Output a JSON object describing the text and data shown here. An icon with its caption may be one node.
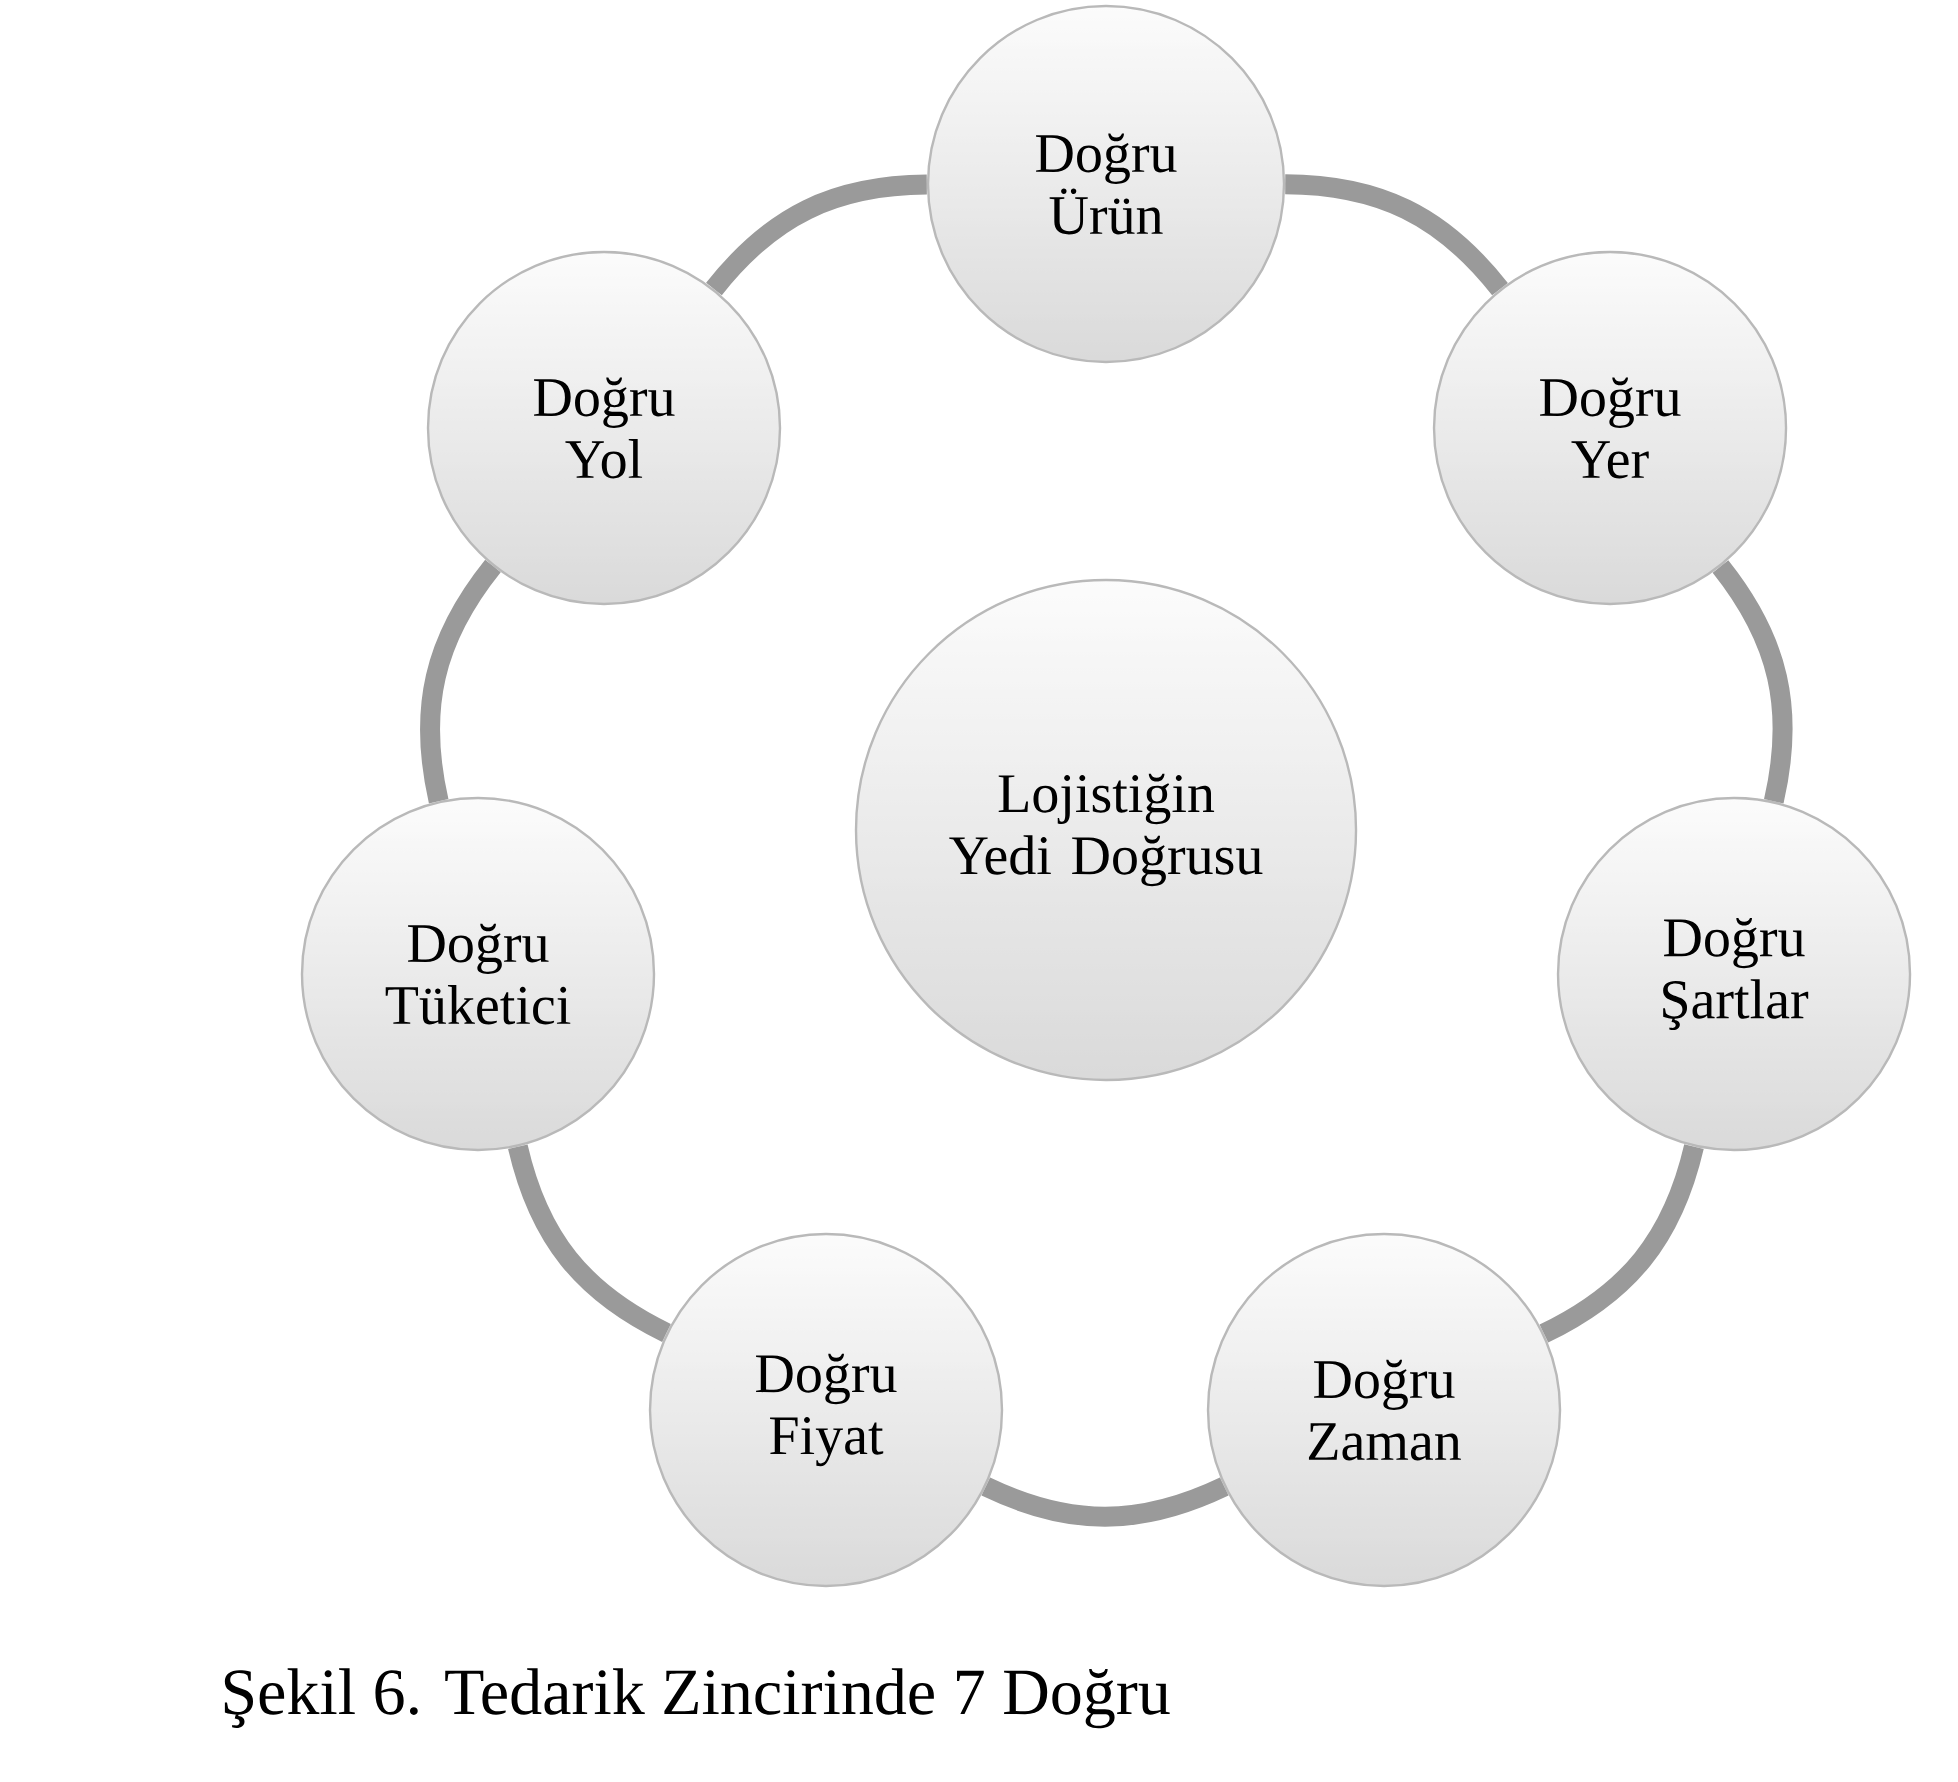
{
  "diagram": {
    "caption": "Şekil 6. Tedarik Zincirinde 7 Doğru",
    "nodes": [
      {
        "text": [
          "Doğru Ürün"
        ]
      },
      {
        "text": [
          "Doğru Yer"
        ]
      },
      {
        "text": [
          "Doğru Şartlar"
        ]
      },
      {
        "text": [
          "Doğru Zaman"
        ]
      },
      {
        "text": [
          "Doğru Fiyat"
        ]
      },
      {
        "text": [
          "Doğru Tüketici"
        ]
      },
      {
        "text": [
          "Doğru Yol"
        ]
      },
      {
        "text": [
          "Lojistiğin Yedi Doğrusu"
        ]
      }
    ],
    "edges": [
      {
        "from": 0,
        "to": 1,
        "arrow": "none"
      },
      {
        "from": 1,
        "to": 2,
        "arrow": "none"
      },
      {
        "from": 2,
        "to": 3,
        "arrow": "none"
      },
      {
        "from": 3,
        "to": 4,
        "arrow": "none"
      },
      {
        "from": 4,
        "to": 5,
        "arrow": "none"
      },
      {
        "from": 5,
        "to": 6,
        "arrow": "none"
      },
      {
        "from": 6,
        "to": 0,
        "arrow": "none"
      }
    ]
  }
}
